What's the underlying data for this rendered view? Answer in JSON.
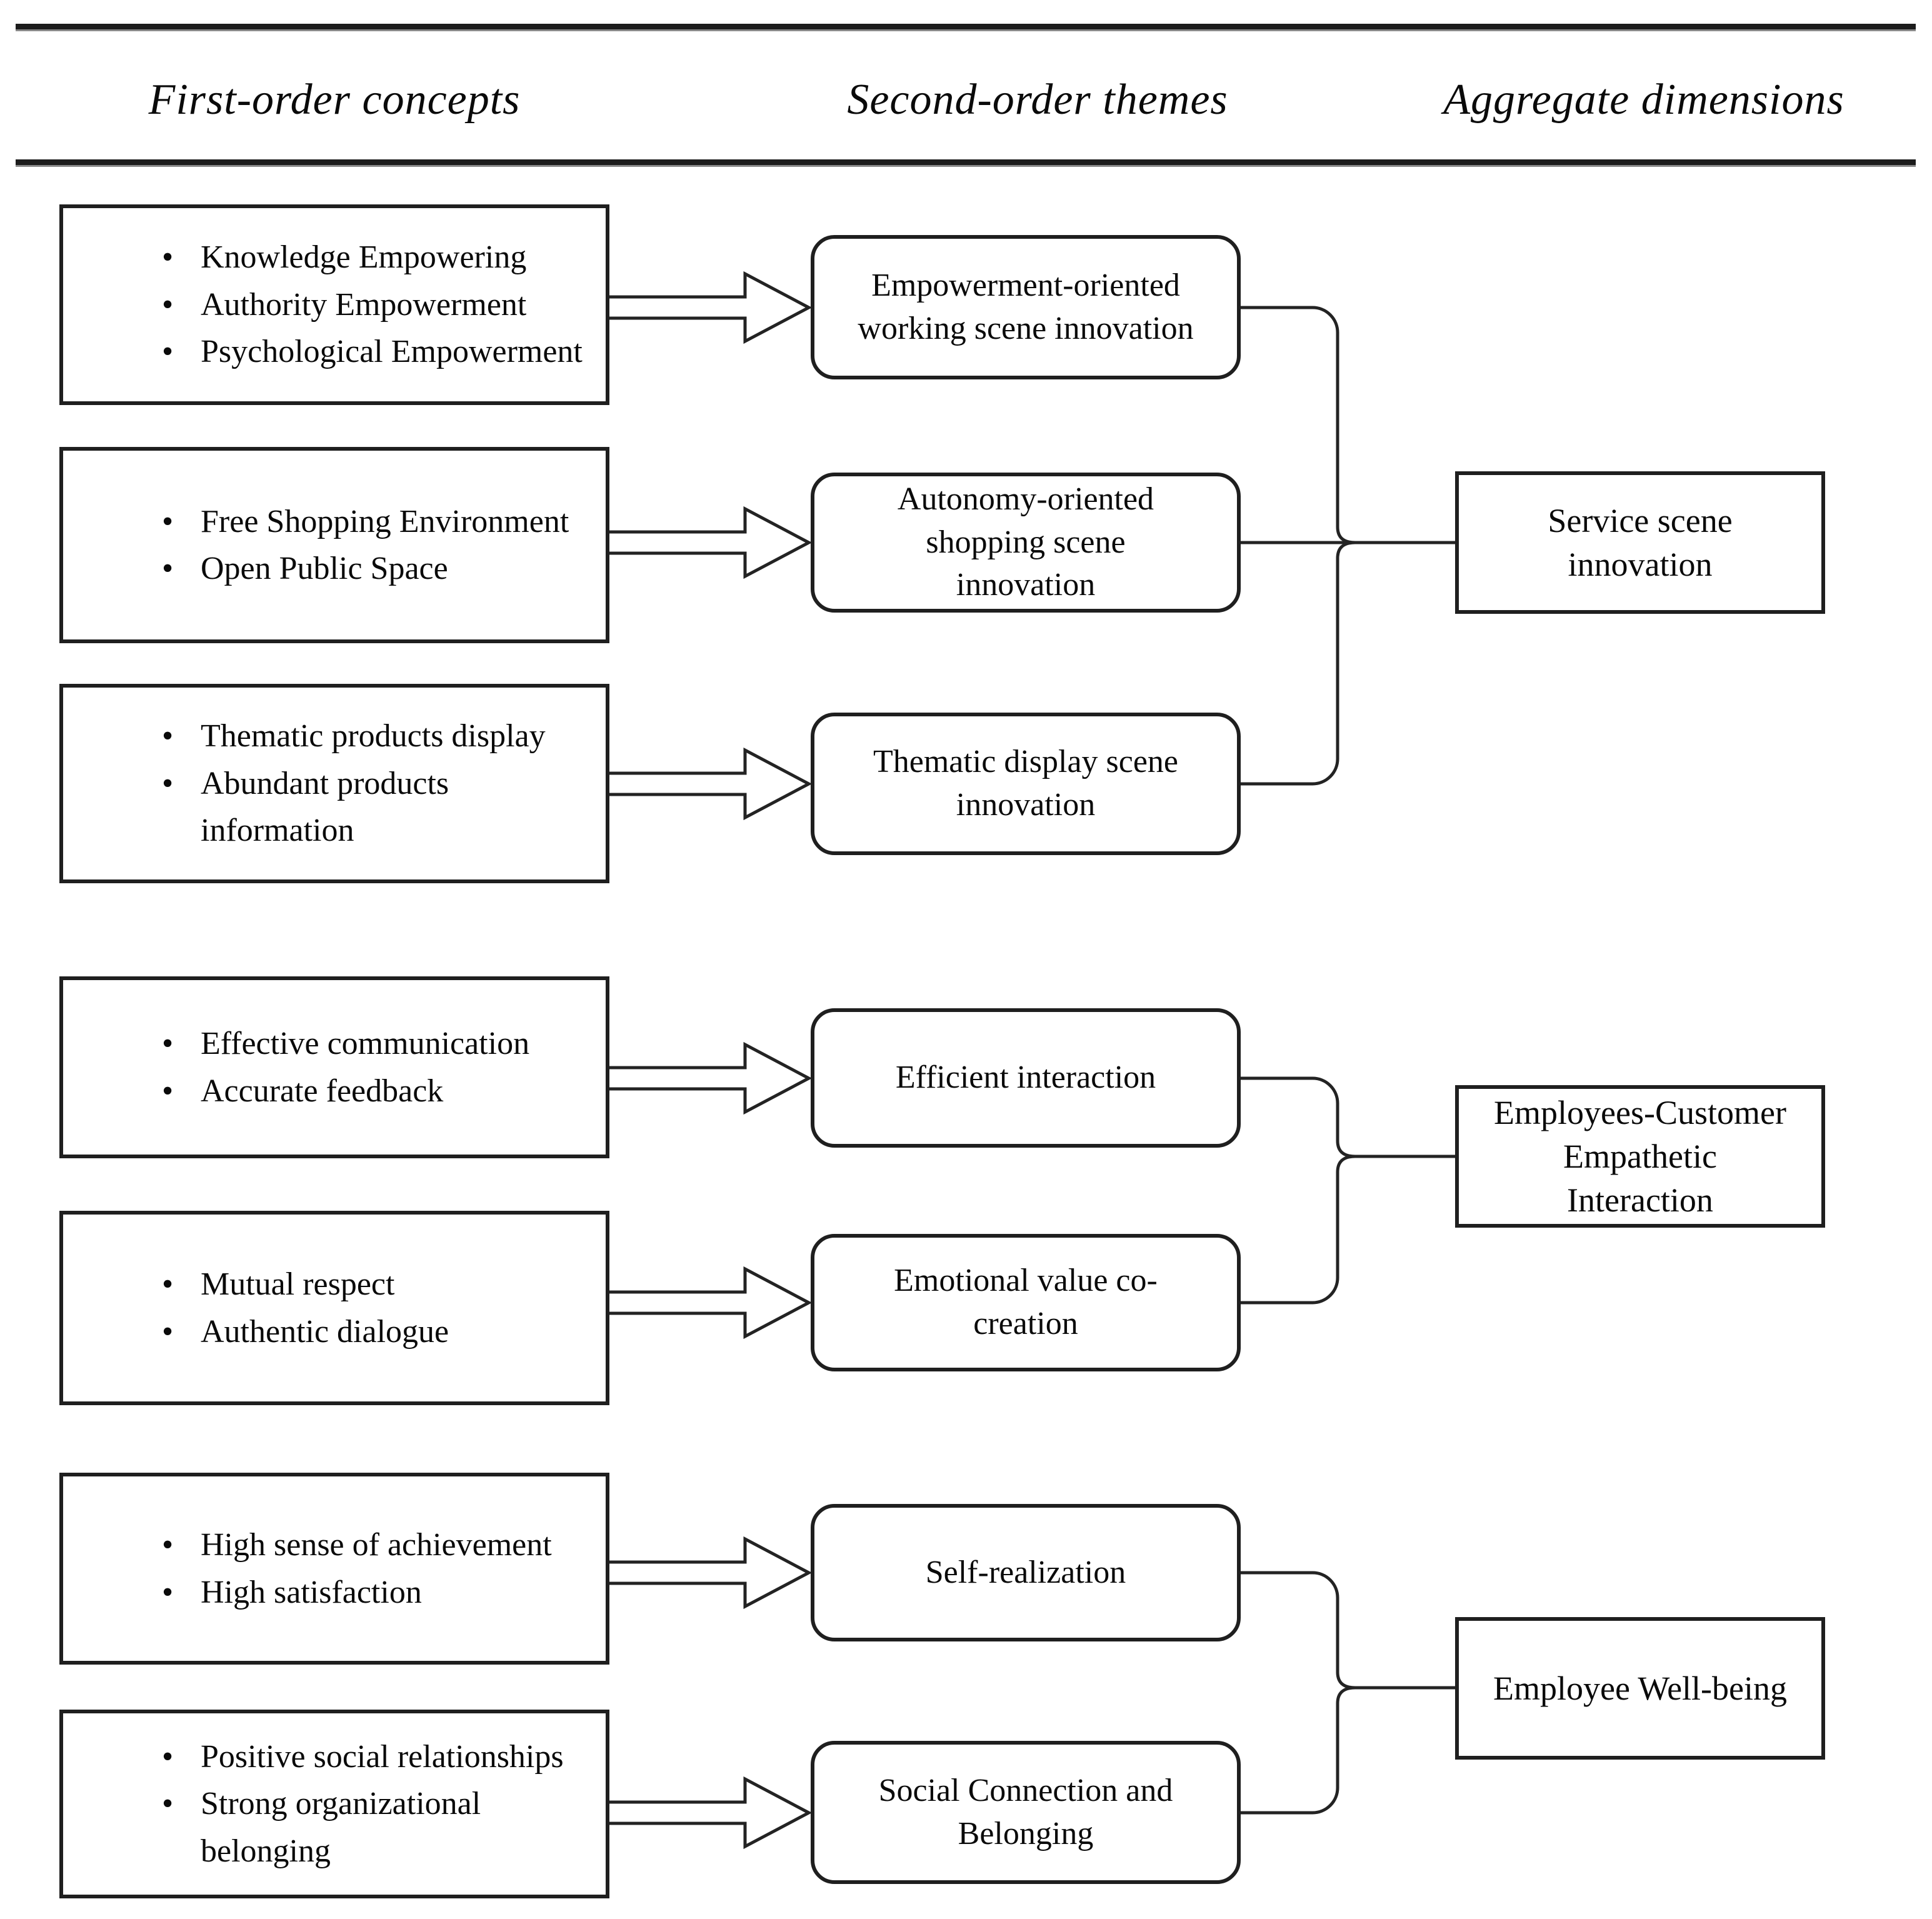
{
  "header": {
    "col1": "First-order concepts",
    "col2": "Second-order themes",
    "col3": "Aggregate dimensions"
  },
  "concepts": [
    {
      "bullets": [
        "Knowledge Empowering",
        "Authority Empowerment",
        "Psychological Empowerment"
      ]
    },
    {
      "bullets": [
        "Free Shopping Environment",
        "Open Public Space"
      ]
    },
    {
      "bullets": [
        "Thematic products display",
        "Abundant products\ninformation"
      ]
    },
    {
      "bullets": [
        "Effective communication",
        "Accurate feedback"
      ]
    },
    {
      "bullets": [
        "Mutual respect",
        "Authentic dialogue"
      ]
    },
    {
      "bullets": [
        "High sense of achievement",
        "High satisfaction"
      ]
    },
    {
      "bullets": [
        "Positive social relationships",
        "Strong organizational\nbelonging"
      ]
    }
  ],
  "themes": [
    {
      "label": "Empowerment-oriented\nworking scene innovation"
    },
    {
      "label": "Autonomy-oriented\nshopping scene\ninnovation"
    },
    {
      "label": "Thematic display scene\ninnovation"
    },
    {
      "label": "Efficient interaction"
    },
    {
      "label": "Emotional value co-\ncreation"
    },
    {
      "label": "Self-realization"
    },
    {
      "label": "Social Connection and\nBelonging"
    }
  ],
  "aggregates": [
    {
      "label": "Service scene\ninnovation"
    },
    {
      "label": "Employees-Customer\nEmpathetic\nInteraction"
    },
    {
      "label": "Employee Well-being"
    }
  ],
  "colors": {
    "ink": "#1f1f1f",
    "background": "#ffffff"
  }
}
